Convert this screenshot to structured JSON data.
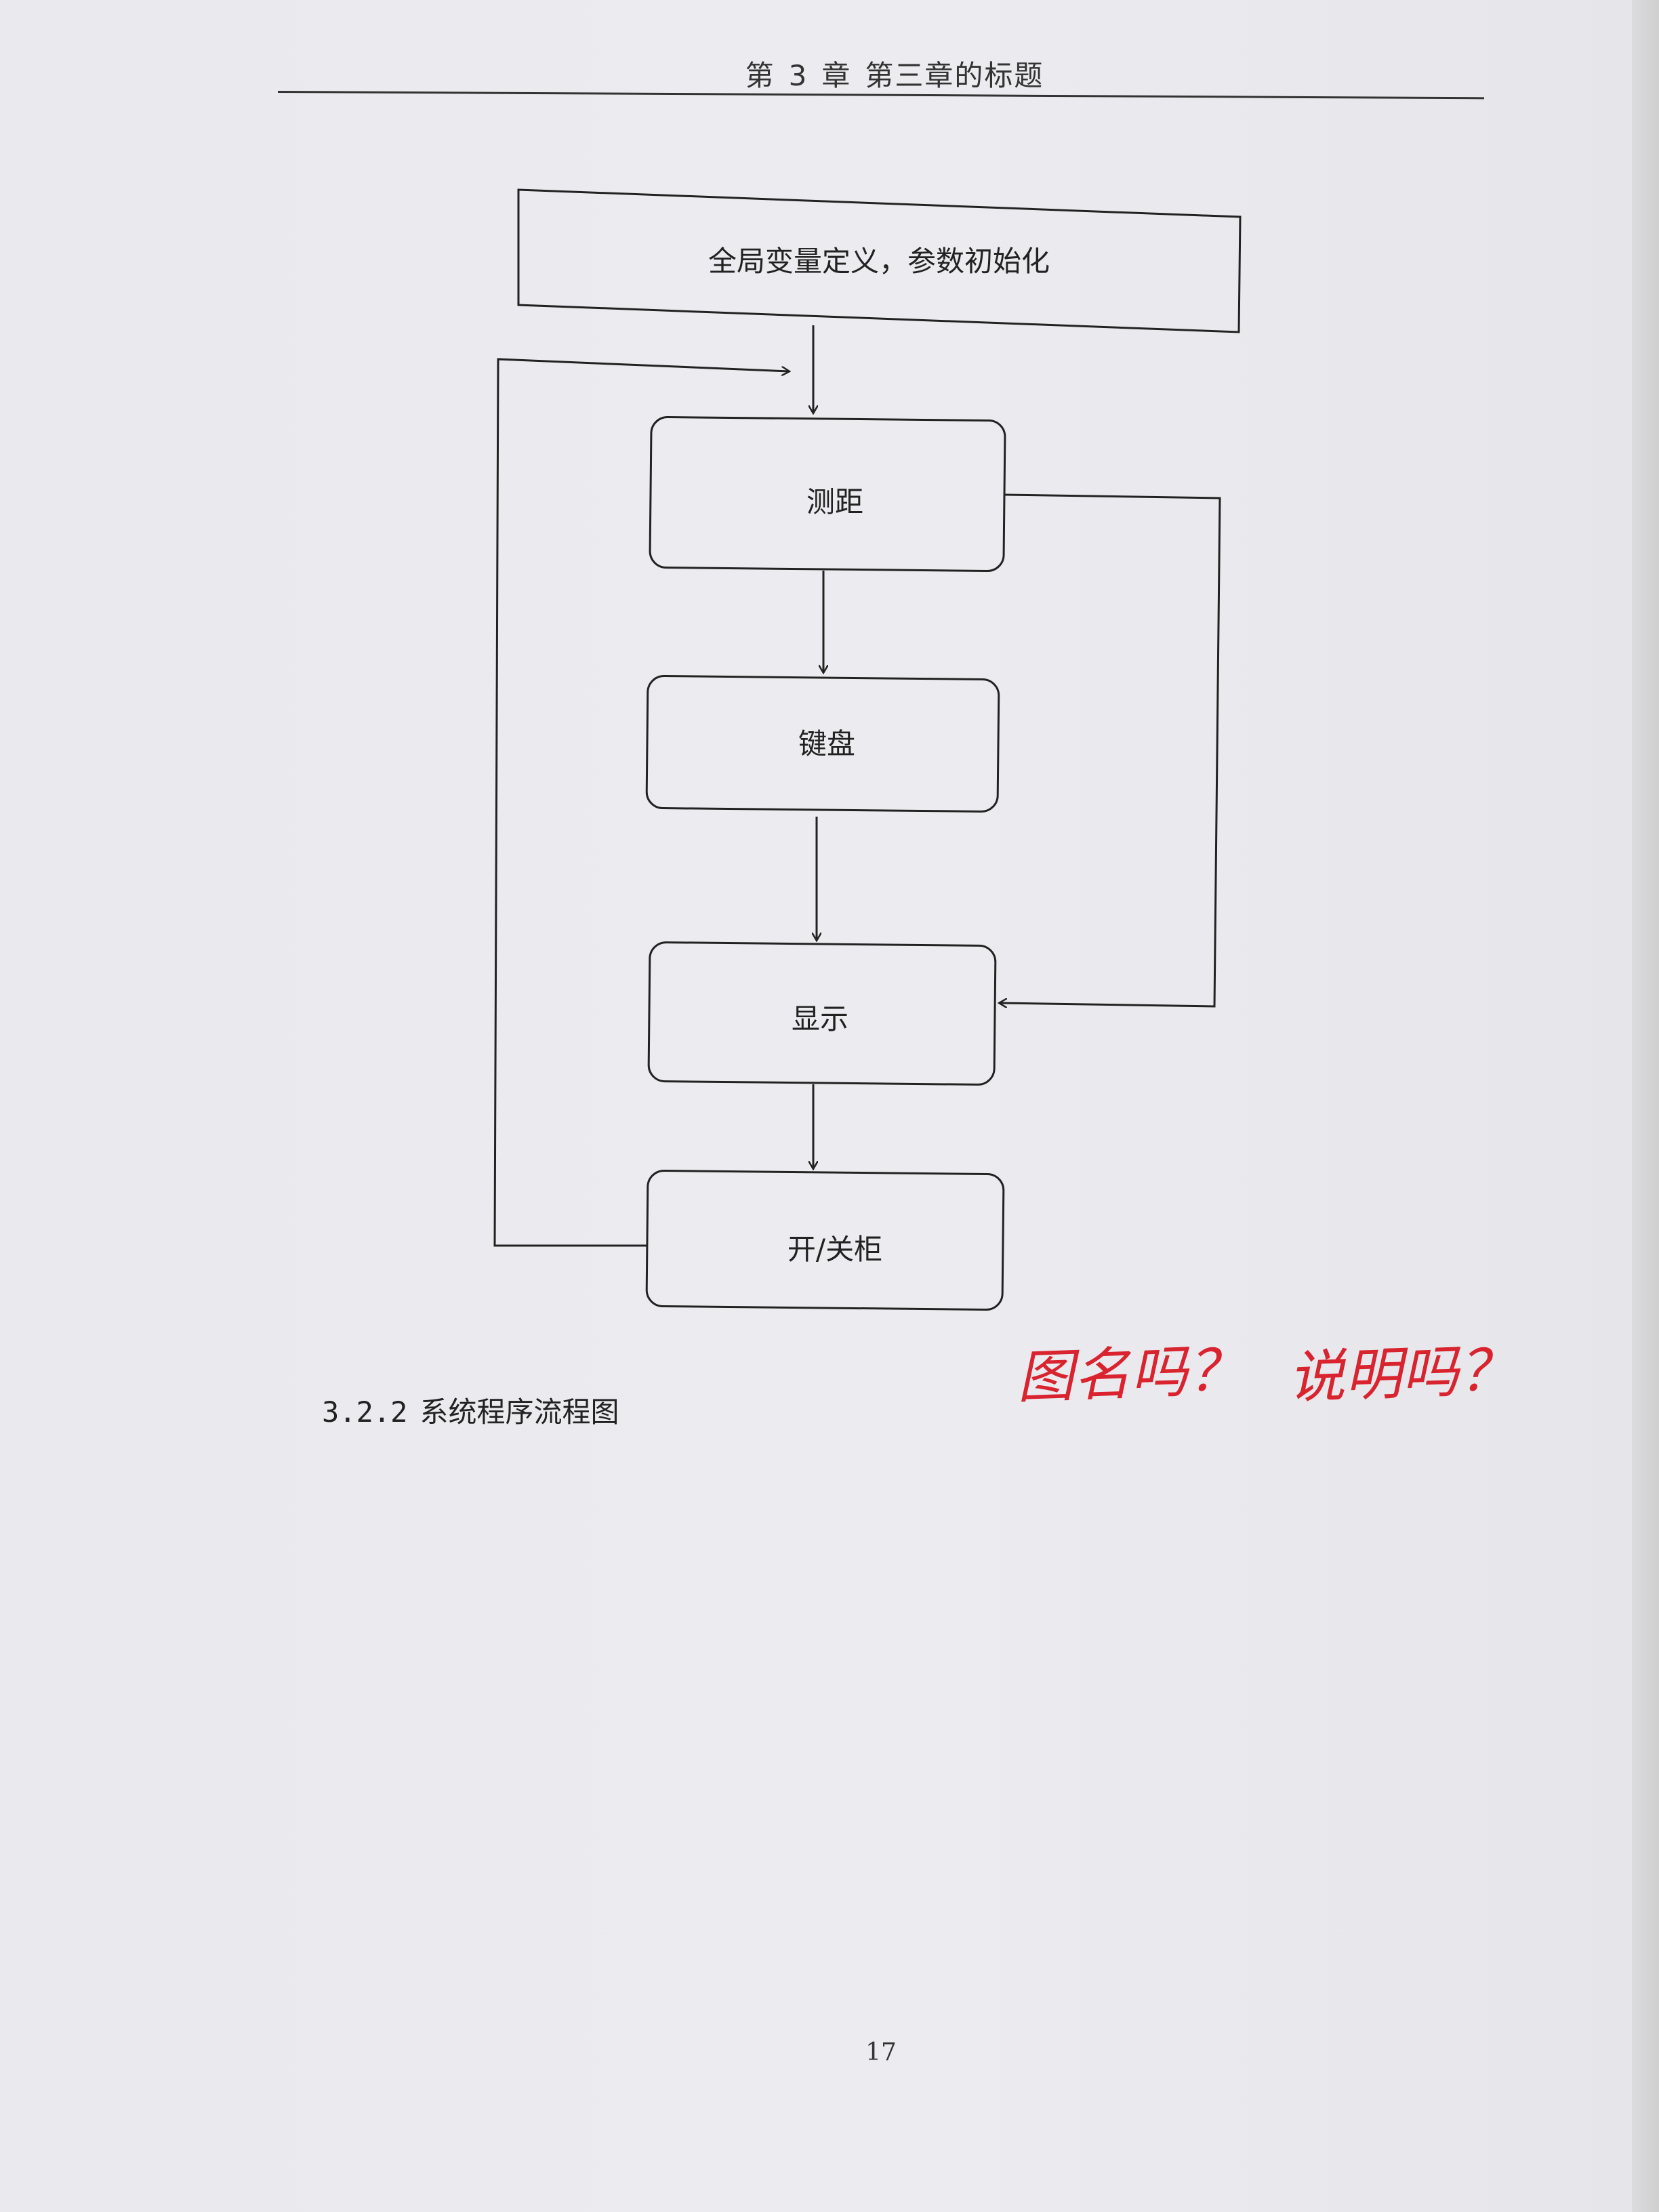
{
  "header": {
    "chapter_label": "第",
    "chapter_number": "3",
    "chapter_suffix": "章",
    "chapter_title": "第三章的标题"
  },
  "flowchart": {
    "nodes": [
      {
        "id": "init",
        "label": "全局变量定义，参数初始化"
      },
      {
        "id": "ranging",
        "label": "测距"
      },
      {
        "id": "keyboard",
        "label": "键盘"
      },
      {
        "id": "display",
        "label": "显示"
      },
      {
        "id": "cabinet",
        "label": "开/关柜"
      }
    ]
  },
  "section": {
    "number": "3.2.2",
    "title": "系统程序流程图"
  },
  "annotations": {
    "note1": "图名吗？",
    "note2": "说明吗？"
  },
  "page_number": "17"
}
